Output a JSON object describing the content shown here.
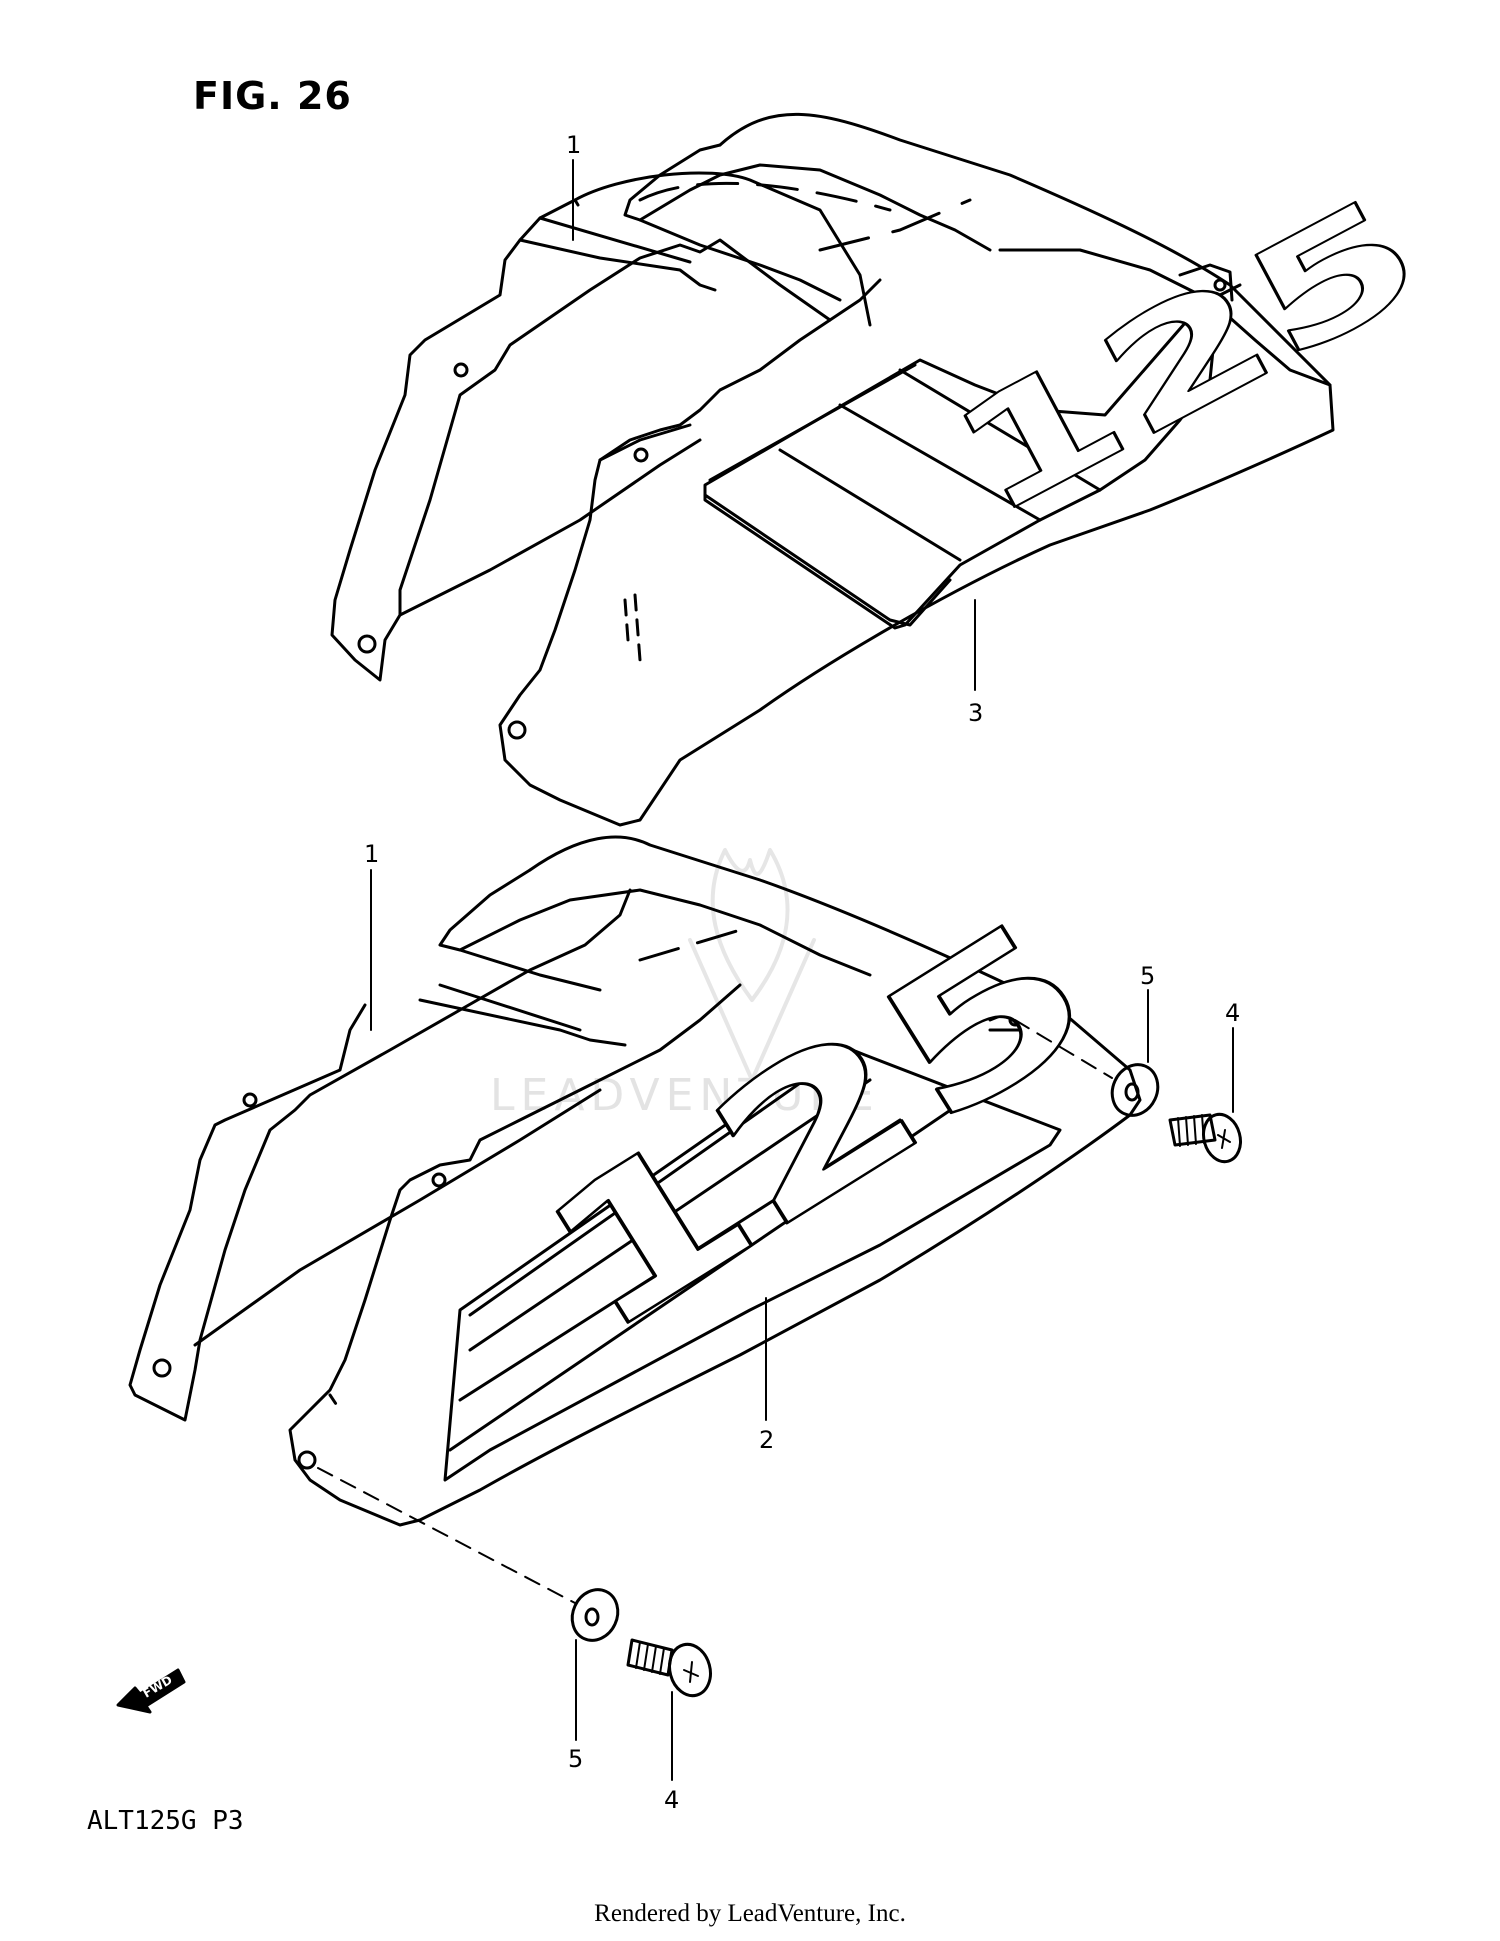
{
  "figure": {
    "title": "FIG. 26",
    "model_code": "ALT125G  P3",
    "footer": "Rendered by LeadVenture, Inc.",
    "watermark": "LEADVENTURE"
  },
  "decals": {
    "upper": "125",
    "lower": "125"
  },
  "callouts": [
    {
      "id": "callout-1-upper",
      "label": "1"
    },
    {
      "id": "callout-3",
      "label": "3"
    },
    {
      "id": "callout-1-lower",
      "label": "1"
    },
    {
      "id": "callout-5-right",
      "label": "5"
    },
    {
      "id": "callout-4-right",
      "label": "4"
    },
    {
      "id": "callout-2",
      "label": "2"
    },
    {
      "id": "callout-5-bottom",
      "label": "5"
    },
    {
      "id": "callout-4-bottom",
      "label": "4"
    }
  ],
  "fwd_badge": "FWD"
}
